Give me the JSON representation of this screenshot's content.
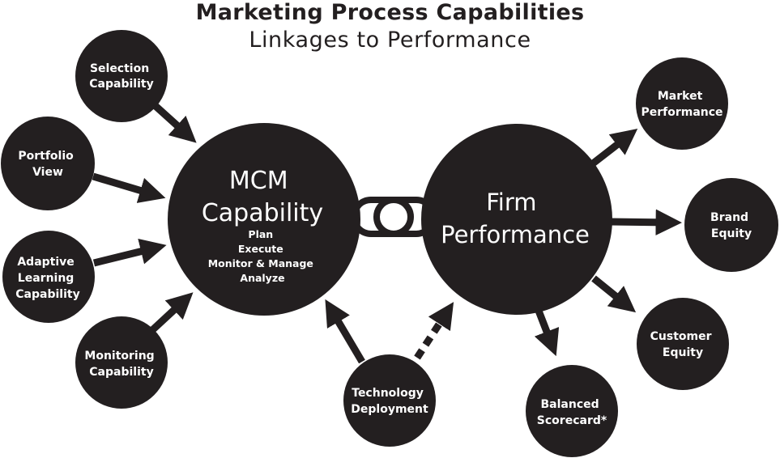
{
  "title": "Marketing Process Capabilities",
  "subtitle": "Linkages to Performance",
  "colors": {
    "node": "#231f20",
    "text": "#ffffff",
    "arrow": "#231f20"
  },
  "nodes": {
    "mcm": {
      "title": [
        "MCM",
        "Capability"
      ],
      "items": [
        "Plan",
        "Execute",
        "Monitor & Manage",
        "Analyze"
      ]
    },
    "firm": {
      "title": [
        "Firm",
        "Performance"
      ]
    },
    "selection": [
      "Selection",
      "Capability"
    ],
    "portfolio": [
      "Portfolio",
      "View"
    ],
    "adaptive": [
      "Adaptive",
      "Learning",
      "Capability"
    ],
    "monitoring": [
      "Monitoring",
      "Capability"
    ],
    "technology": [
      "Technology",
      "Deployment"
    ],
    "market": [
      "Market",
      "Performance"
    ],
    "brand": [
      "Brand",
      "Equity"
    ],
    "customer": [
      "Customer",
      "Equity"
    ],
    "balanced": [
      "Balanced",
      "Scorecard*"
    ]
  }
}
